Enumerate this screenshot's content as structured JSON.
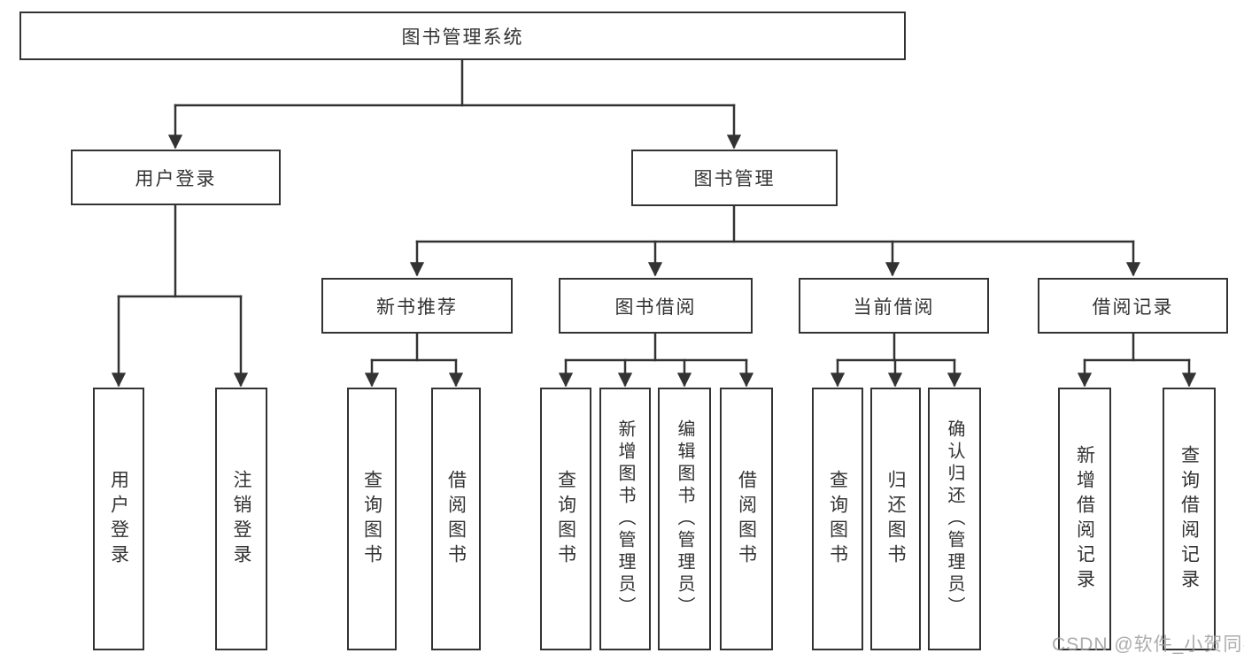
{
  "diagram": {
    "root": {
      "label": "图书管理系统"
    },
    "level2": [
      {
        "label": "用户登录"
      },
      {
        "label": "图书管理"
      }
    ],
    "level3": [
      {
        "label": "新书推荐"
      },
      {
        "label": "图书借阅"
      },
      {
        "label": "当前借阅"
      },
      {
        "label": "借阅记录"
      }
    ],
    "leaves": {
      "login": [
        {
          "label": "用户登录"
        },
        {
          "label": "注销登录"
        }
      ],
      "recommend": [
        {
          "label": "查询图书"
        },
        {
          "label": "借阅图书"
        }
      ],
      "borrow": [
        {
          "label": "查询图书"
        },
        {
          "label": "新增图书（管理员）"
        },
        {
          "label": "编辑图书（管理员）"
        },
        {
          "label": "借阅图书"
        }
      ],
      "current": [
        {
          "label": "查询图书"
        },
        {
          "label": "归还图书"
        },
        {
          "label": "确认归还（管理员）"
        }
      ],
      "records": [
        {
          "label": "新增借阅记录"
        },
        {
          "label": "查询借阅记录"
        }
      ]
    },
    "watermark": "CSDN @软件_小贺同学",
    "colors": {
      "line": "#333333",
      "text": "#333333",
      "background": "#ffffff",
      "watermark": "#9e9e9e"
    }
  }
}
